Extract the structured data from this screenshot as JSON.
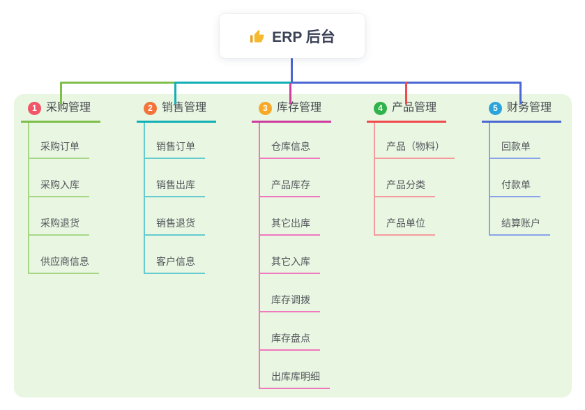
{
  "root": {
    "label": "ERP 后台",
    "icon": "thumbs-up-icon",
    "icon_color": "#f5b82e"
  },
  "canvas": {
    "background": "#ffffff",
    "panel_background": "#e8f6e2"
  },
  "branches": [
    {
      "index": "1",
      "title": "采购管理",
      "colors": {
        "badge": "#f15568",
        "line": "#7ebe4a",
        "line_light": "#a6d786"
      },
      "children": [
        "采购订单",
        "采购入库",
        "采购退货",
        "供应商信息"
      ]
    },
    {
      "index": "2",
      "title": "销售管理",
      "colors": {
        "badge": "#f3743b",
        "line": "#12afb5",
        "line_light": "#64cbce"
      },
      "children": [
        "销售订单",
        "销售出库",
        "销售退货",
        "客户信息"
      ]
    },
    {
      "index": "3",
      "title": "库存管理",
      "colors": {
        "badge": "#f8a928",
        "line": "#ce3c9e",
        "line_light": "#f078be"
      },
      "children": [
        "仓库信息",
        "产品库存",
        "其它出库",
        "其它入库",
        "库存调拨",
        "库存盘点",
        "出库库明细"
      ]
    },
    {
      "index": "4",
      "title": "产品管理",
      "colors": {
        "badge": "#2fb34a",
        "line": "#f0494e",
        "line_light": "#f59a9d"
      },
      "children": [
        "产品（物料）",
        "产品分类",
        "产品单位"
      ]
    },
    {
      "index": "5",
      "title": "财务管理",
      "colors": {
        "badge": "#2ba4dc",
        "line": "#4a67d3",
        "line_light": "#8aa3e8"
      },
      "children": [
        "回款单",
        "付款单",
        "结算账户"
      ]
    }
  ]
}
